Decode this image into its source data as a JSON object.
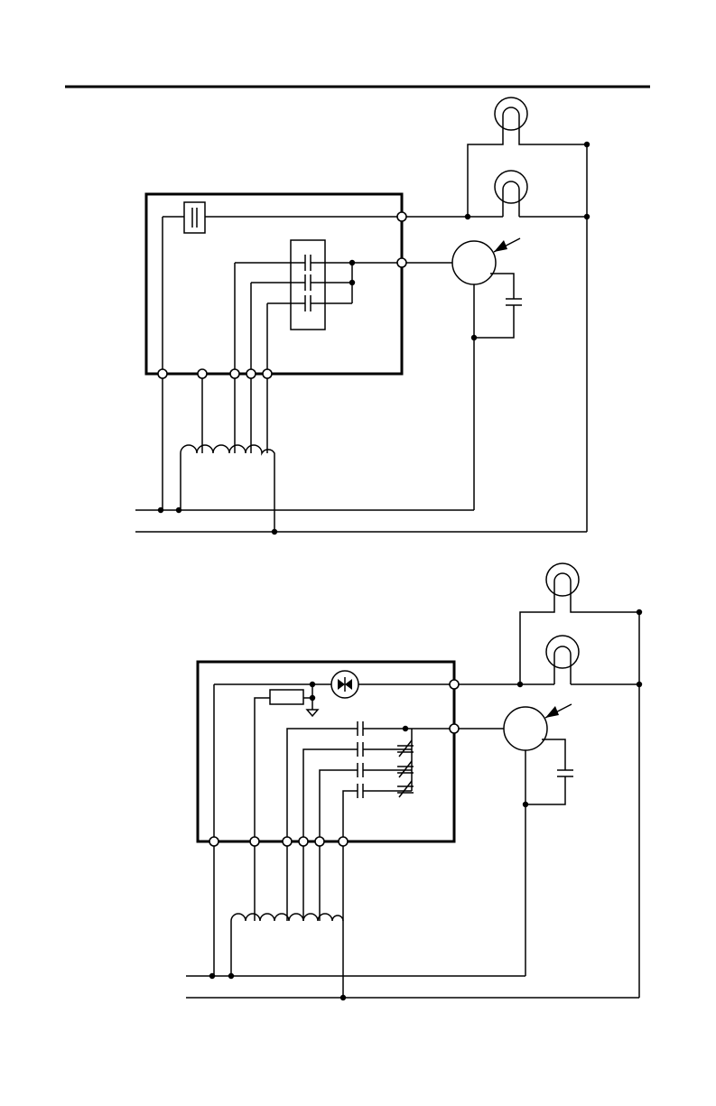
{
  "page": {
    "header_rule": true,
    "diagram_count": 2
  },
  "colors": {
    "ink": "#000000",
    "paper": "#ffffff"
  },
  "diagrams": [
    {
      "id": "upper",
      "components": [
        "control-box",
        "capacitor-stack",
        "lamp-upper",
        "lamp-lower",
        "motor",
        "motor-capacitor",
        "transformer-coil",
        "power-line-1",
        "power-line-2"
      ]
    },
    {
      "id": "lower",
      "components": [
        "control-box",
        "triac",
        "resistor",
        "ground",
        "capacitor-stack",
        "lamp-upper",
        "lamp-lower",
        "motor",
        "motor-capacitor",
        "transformer-coil",
        "power-line-1",
        "power-line-2"
      ]
    }
  ]
}
